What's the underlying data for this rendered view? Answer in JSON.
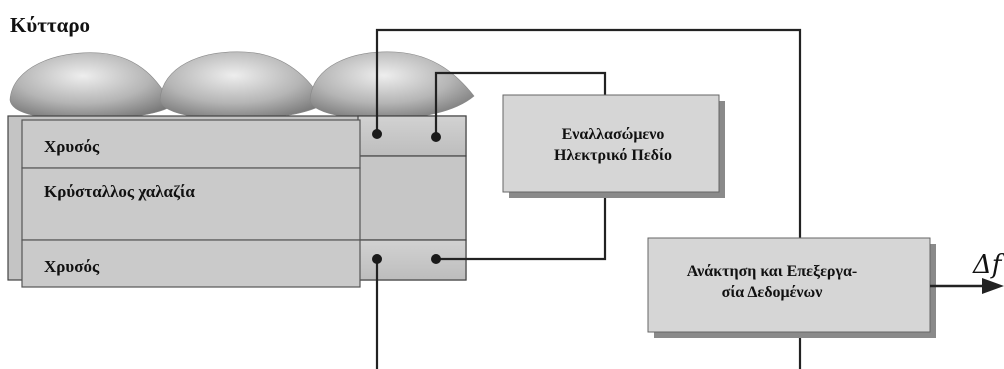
{
  "labels": {
    "cell": "Κύτταρο",
    "gold_top": "Χρυσός",
    "quartz": "Κρύσταλλος χαλαζία",
    "gold_bottom": "Χρυσός",
    "field_box_line1": "Εναλλασώμενο",
    "field_box_line2": "Ηλεκτρικό Πεδίο",
    "data_box_line1": "Ανάκτηση και Επεξεργα-",
    "data_box_line2": "σία Δεδομένων",
    "output_symbol": "Δf"
  },
  "colors": {
    "layer_fill": "#c8c8c8",
    "layer_border": "#444444",
    "box_fill": "#d6d6d6",
    "blob_light": "#e6e6e6",
    "blob_dark": "#777777",
    "wire": "#222222"
  }
}
